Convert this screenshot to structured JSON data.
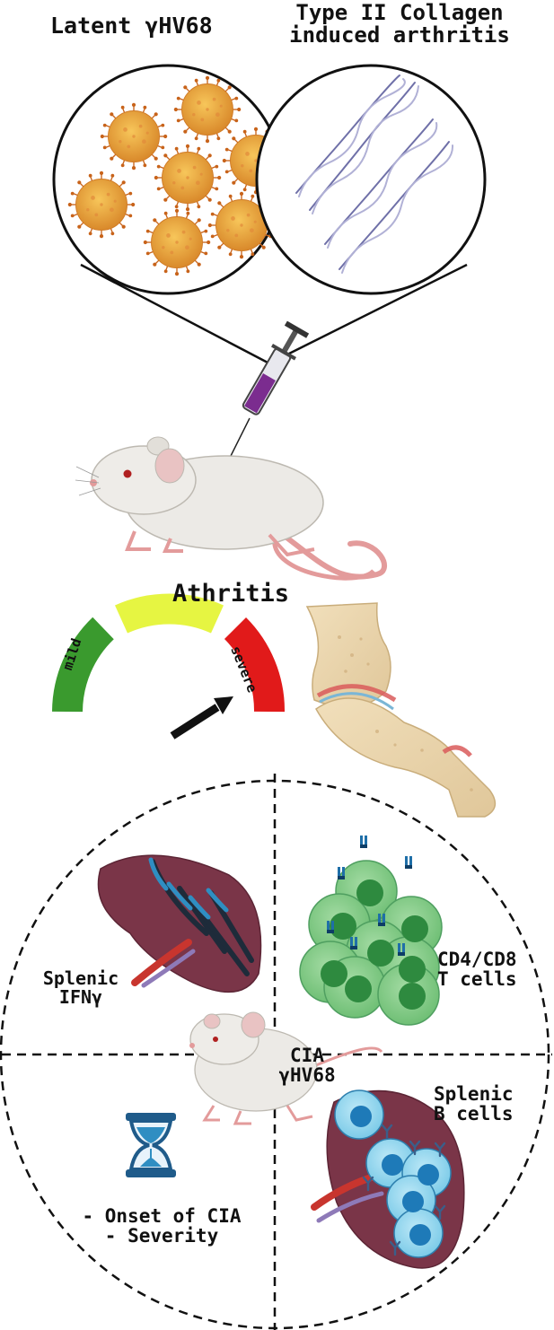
{
  "panel_top": {
    "left_label": "Latent γHV68",
    "right_label_line1": "Type II Collagen",
    "right_label_line2": "induced arthritis"
  },
  "outcome_label": "Athritis",
  "gauge": {
    "low_label": "mild",
    "high_label": "severe",
    "colors": {
      "mild": "#3a9a2e",
      "mid": "#e6f542",
      "severe": "#e11a1a"
    }
  },
  "quadrants": {
    "top_left": {
      "line1": "Splenic",
      "line2": "IFNγ"
    },
    "top_right": {
      "line1": "CD4/CD8",
      "line2": "T cells"
    },
    "center": {
      "line1": "CIA",
      "line2": "γHV68"
    },
    "bottom_right": {
      "line1": "Splenic",
      "line2": "B cells"
    },
    "bottom_left": {
      "line1": "- Onset of CIA",
      "line2": "- Severity"
    }
  }
}
